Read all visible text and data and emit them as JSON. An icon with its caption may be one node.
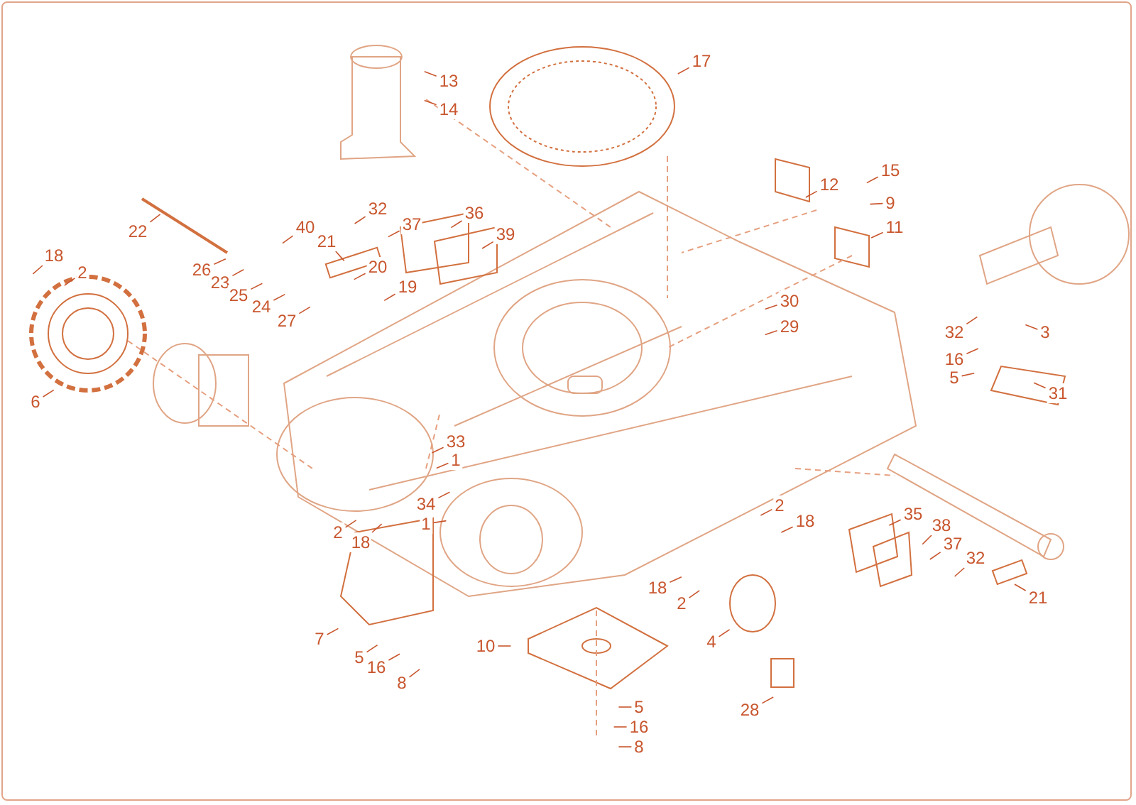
{
  "diagram": {
    "nodes": [
      {
        "text": [
          "13"
        ]
      },
      {
        "text": [
          "14"
        ]
      },
      {
        "text": [
          "17"
        ]
      },
      {
        "text": [
          "12"
        ]
      },
      {
        "text": [
          "15"
        ]
      },
      {
        "text": [
          "9"
        ]
      },
      {
        "text": [
          "11"
        ]
      },
      {
        "text": [
          "22"
        ]
      },
      {
        "text": [
          "40"
        ]
      },
      {
        "text": [
          "32"
        ]
      },
      {
        "text": [
          "37"
        ]
      },
      {
        "text": [
          "36"
        ]
      },
      {
        "text": [
          "39"
        ]
      },
      {
        "text": [
          "21"
        ]
      },
      {
        "text": [
          "20"
        ]
      },
      {
        "text": [
          "19"
        ]
      },
      {
        "text": [
          "26"
        ]
      },
      {
        "text": [
          "23"
        ]
      },
      {
        "text": [
          "25"
        ]
      },
      {
        "text": [
          "24"
        ]
      },
      {
        "text": [
          "27"
        ]
      },
      {
        "text": [
          "18"
        ]
      },
      {
        "text": [
          "2"
        ]
      },
      {
        "text": [
          "6"
        ]
      },
      {
        "text": [
          "30"
        ]
      },
      {
        "text": [
          "29"
        ]
      },
      {
        "text": [
          "32"
        ]
      },
      {
        "text": [
          "3"
        ]
      },
      {
        "text": [
          "16"
        ]
      },
      {
        "text": [
          "5"
        ]
      },
      {
        "text": [
          "31"
        ]
      },
      {
        "text": [
          "33"
        ]
      },
      {
        "text": [
          "1"
        ]
      },
      {
        "text": [
          "34"
        ]
      },
      {
        "text": [
          "1"
        ]
      },
      {
        "text": [
          "2"
        ]
      },
      {
        "text": [
          "18"
        ]
      },
      {
        "text": [
          "2"
        ]
      },
      {
        "text": [
          "18"
        ]
      },
      {
        "text": [
          "35"
        ]
      },
      {
        "text": [
          "38"
        ]
      },
      {
        "text": [
          "37"
        ]
      },
      {
        "text": [
          "32"
        ]
      },
      {
        "text": [
          "21"
        ]
      },
      {
        "text": [
          "18"
        ]
      },
      {
        "text": [
          "2"
        ]
      },
      {
        "text": [
          "7"
        ]
      },
      {
        "text": [
          "4"
        ]
      },
      {
        "text": [
          "10"
        ]
      },
      {
        "text": [
          "5"
        ]
      },
      {
        "text": [
          "16"
        ]
      },
      {
        "text": [
          "8"
        ]
      },
      {
        "text": [
          "28"
        ]
      },
      {
        "text": [
          "5"
        ]
      },
      {
        "text": [
          "16"
        ]
      },
      {
        "text": [
          "8"
        ]
      }
    ],
    "edges": [
      {
        "from": 0,
        "to": null,
        "arrow": "none"
      },
      {
        "from": 1,
        "to": null,
        "arrow": "none"
      },
      {
        "from": 2,
        "to": null,
        "arrow": "none"
      },
      {
        "from": 3,
        "to": null,
        "arrow": "none"
      },
      {
        "from": 4,
        "to": null,
        "arrow": "none"
      },
      {
        "from": 5,
        "to": null,
        "arrow": "none"
      },
      {
        "from": 6,
        "to": null,
        "arrow": "none"
      },
      {
        "from": 7,
        "to": null,
        "arrow": "none"
      },
      {
        "from": 8,
        "to": null,
        "arrow": "none"
      },
      {
        "from": 9,
        "to": null,
        "arrow": "none"
      },
      {
        "from": 10,
        "to": null,
        "arrow": "none"
      },
      {
        "from": 11,
        "to": null,
        "arrow": "none"
      },
      {
        "from": 12,
        "to": null,
        "arrow": "none"
      },
      {
        "from": 13,
        "to": null,
        "arrow": "none"
      },
      {
        "from": 14,
        "to": null,
        "arrow": "none"
      },
      {
        "from": 15,
        "to": null,
        "arrow": "none"
      },
      {
        "from": 16,
        "to": null,
        "arrow": "none"
      },
      {
        "from": 17,
        "to": null,
        "arrow": "none"
      },
      {
        "from": 18,
        "to": null,
        "arrow": "none"
      },
      {
        "from": 19,
        "to": null,
        "arrow": "none"
      },
      {
        "from": 20,
        "to": null,
        "arrow": "none"
      },
      {
        "from": 21,
        "to": null,
        "arrow": "none"
      },
      {
        "from": 22,
        "to": null,
        "arrow": "none"
      },
      {
        "from": 23,
        "to": null,
        "arrow": "none"
      },
      {
        "from": 24,
        "to": null,
        "arrow": "none"
      },
      {
        "from": 25,
        "to": null,
        "arrow": "none"
      },
      {
        "from": 26,
        "to": null,
        "arrow": "none"
      },
      {
        "from": 27,
        "to": null,
        "arrow": "none"
      },
      {
        "from": 28,
        "to": null,
        "arrow": "none"
      },
      {
        "from": 29,
        "to": null,
        "arrow": "none"
      },
      {
        "from": 30,
        "to": null,
        "arrow": "none"
      },
      {
        "from": 31,
        "to": null,
        "arrow": "none"
      },
      {
        "from": 32,
        "to": null,
        "arrow": "none"
      },
      {
        "from": 33,
        "to": null,
        "arrow": "none"
      },
      {
        "from": 34,
        "to": null,
        "arrow": "none"
      },
      {
        "from": 35,
        "to": null,
        "arrow": "none"
      },
      {
        "from": 36,
        "to": null,
        "arrow": "none"
      },
      {
        "from": 37,
        "to": null,
        "arrow": "none"
      },
      {
        "from": 38,
        "to": null,
        "arrow": "none"
      },
      {
        "from": 39,
        "to": null,
        "arrow": "none"
      },
      {
        "from": 40,
        "to": null,
        "arrow": "none"
      },
      {
        "from": 41,
        "to": null,
        "arrow": "none"
      },
      {
        "from": 42,
        "to": null,
        "arrow": "none"
      },
      {
        "from": 43,
        "to": null,
        "arrow": "none"
      },
      {
        "from": 44,
        "to": null,
        "arrow": "none"
      },
      {
        "from": 45,
        "to": null,
        "arrow": "none"
      },
      {
        "from": 46,
        "to": null,
        "arrow": "none"
      },
      {
        "from": 47,
        "to": null,
        "arrow": "none"
      },
      {
        "from": 48,
        "to": null,
        "arrow": "none"
      },
      {
        "from": 49,
        "to": null,
        "arrow": "none"
      },
      {
        "from": 50,
        "to": null,
        "arrow": "none"
      },
      {
        "from": 51,
        "to": null,
        "arrow": "none"
      },
      {
        "from": 52,
        "to": null,
        "arrow": "none"
      },
      {
        "from": 53,
        "to": null,
        "arrow": "none"
      },
      {
        "from": 54,
        "to": null,
        "arrow": "none"
      },
      {
        "from": 55,
        "to": null,
        "arrow": "none"
      }
    ]
  }
}
